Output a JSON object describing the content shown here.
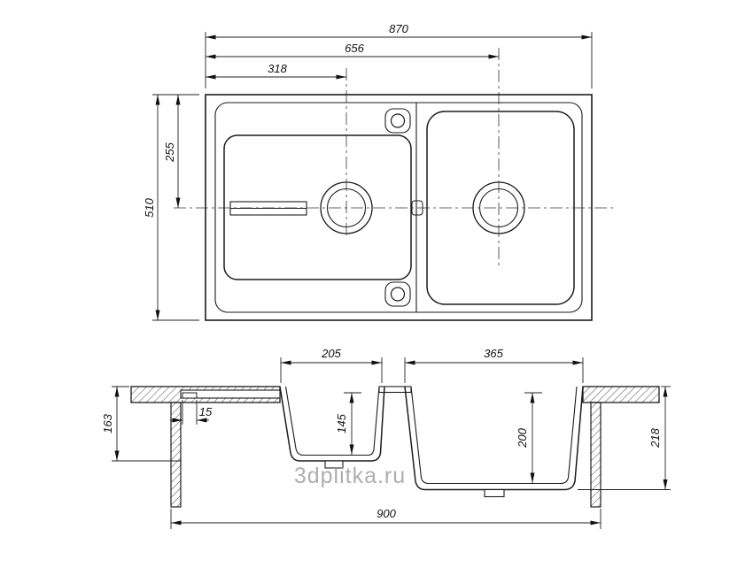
{
  "watermark": "3dplitka.ru",
  "top_view": {
    "dims": {
      "overall_width": "870",
      "right_bowl_center": "656",
      "left_bowl_center": "318",
      "overall_depth": "510",
      "center_offset": "255"
    }
  },
  "section_view": {
    "dims": {
      "left_bowl_width": "205",
      "right_bowl_width": "365",
      "left_mount_height": "163",
      "ledge_step": "15",
      "left_bowl_depth": "145",
      "right_bowl_depth": "200",
      "right_mount_height": "218",
      "overall_length": "900"
    }
  }
}
